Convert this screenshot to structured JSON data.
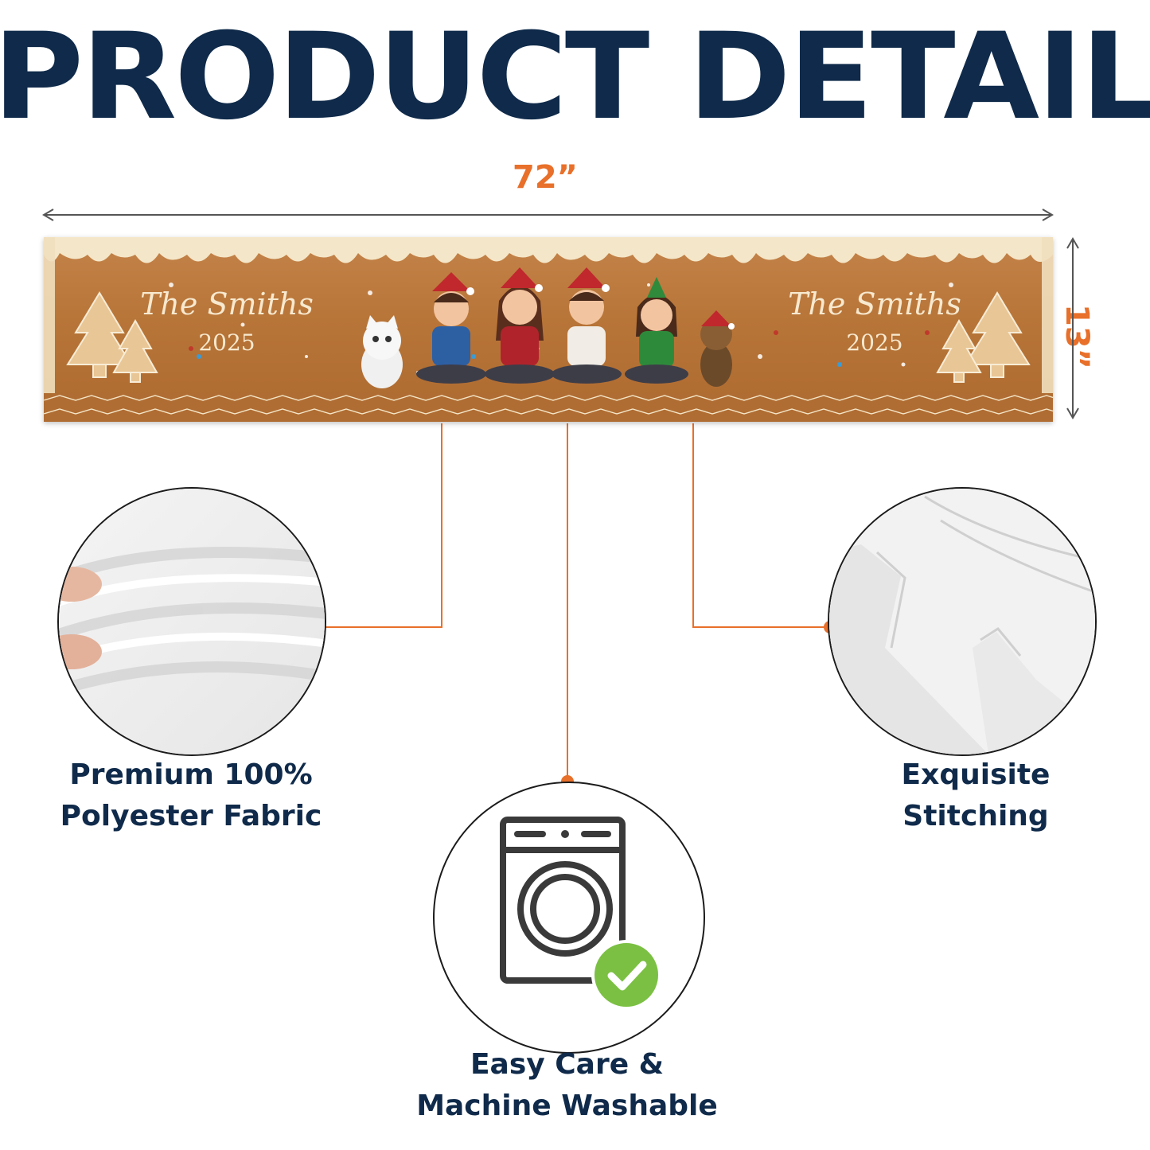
{
  "heading": "PRODUCT DETAIL",
  "dimensions": {
    "width": "72”",
    "height": "13”"
  },
  "runner": {
    "left_name": "The Smiths",
    "left_year": "2025",
    "right_name": "The Smiths",
    "right_year": "2025"
  },
  "features": {
    "fabric": "Premium 100%\nPolyester Fabric",
    "care": "Easy Care &\nMachine Washable",
    "stitching": "Exquisite\nStitching"
  },
  "colors": {
    "navy": "#0f2a4a",
    "orange": "#e8702a",
    "runner_brown": "#b87538",
    "check_green": "#7bc043"
  },
  "icons": [
    "washing-machine-icon",
    "checkmark-icon"
  ]
}
